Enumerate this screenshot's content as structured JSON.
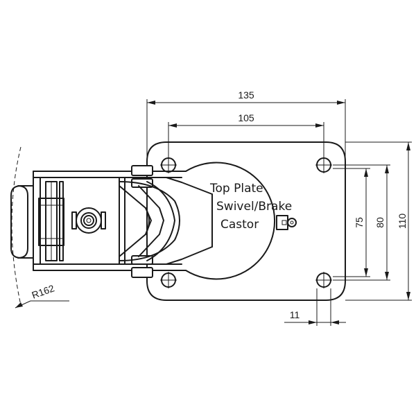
{
  "dimensions": {
    "overall_width": "135",
    "hole_spacing_width": "105",
    "overall_length": "110",
    "hole_spacing_length_outer": "80",
    "hole_spacing_length_inner": "75",
    "hole_diameter": "11",
    "swivel_radius": "R162"
  },
  "labels": {
    "line1": "Top Plate",
    "line2": "Swivel/Brake",
    "line3": "Castor"
  },
  "colors": {
    "line": "#1a1a1a",
    "background": "#ffffff"
  }
}
